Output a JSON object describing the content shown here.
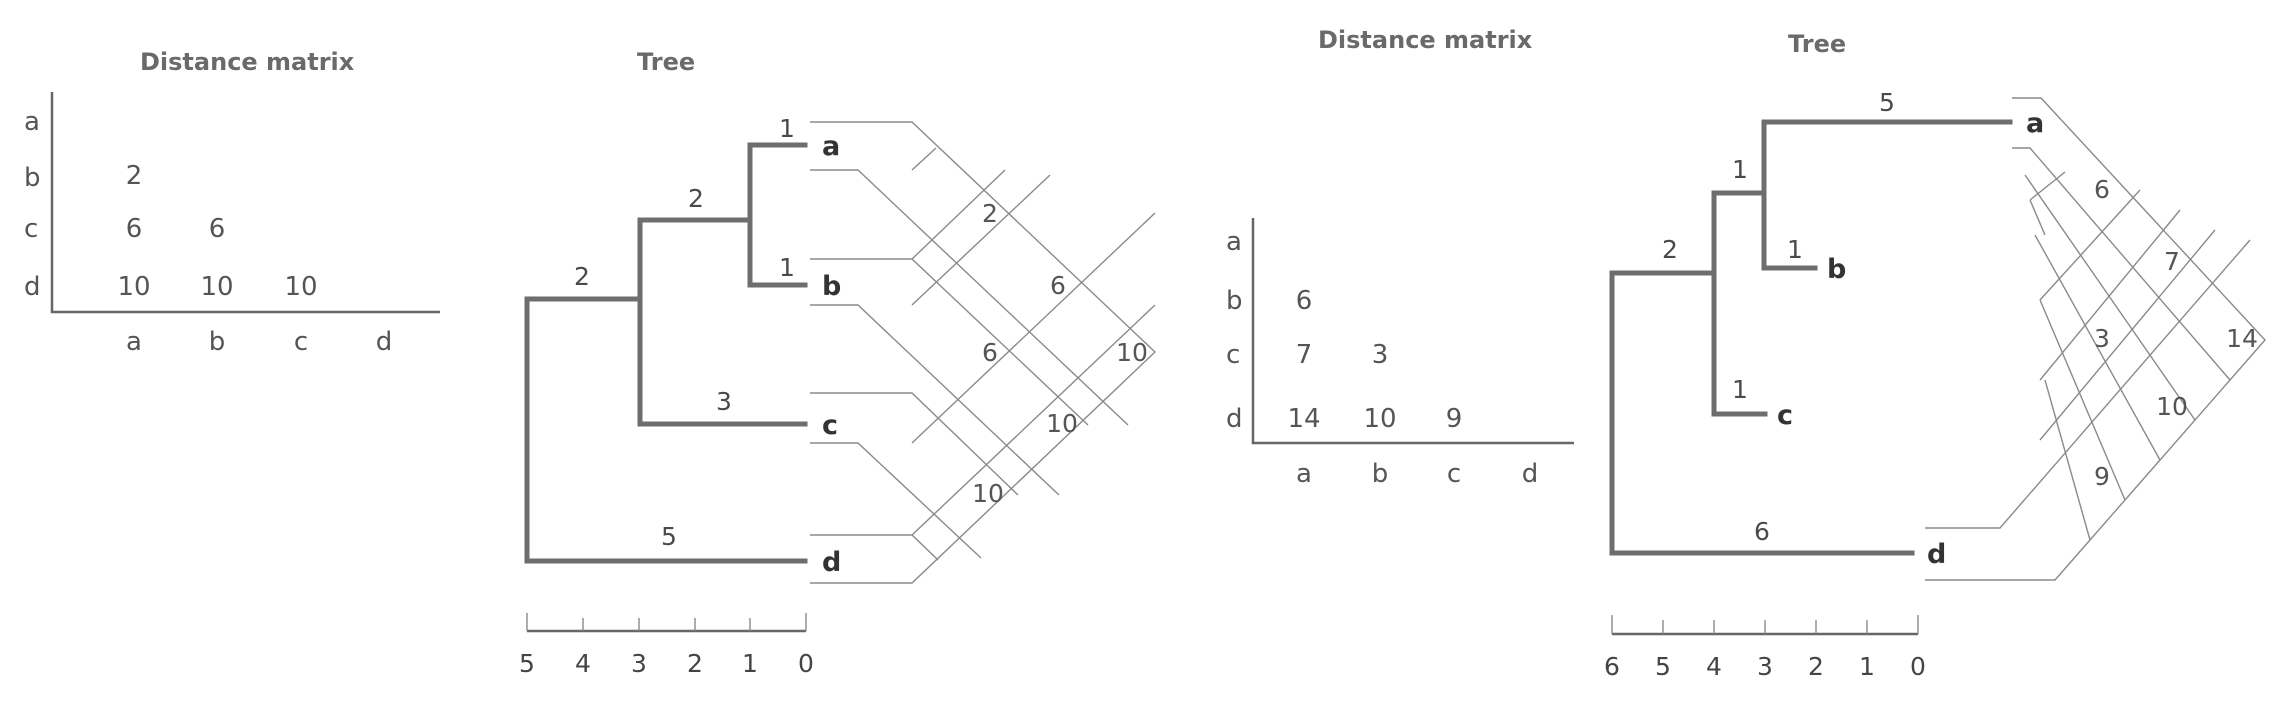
{
  "panels": [
    {
      "matrix_title": "Distance matrix",
      "tree_title": "Tree",
      "taxa": [
        "a",
        "b",
        "c",
        "d"
      ],
      "matrix": [
        [
          "2"
        ],
        [
          "6",
          "6"
        ],
        [
          "10",
          "10",
          "10"
        ]
      ],
      "branch_lengths": [
        "1",
        "1",
        "2",
        "3",
        "2",
        "5"
      ],
      "leaf_labels": [
        "a",
        "b",
        "c",
        "d"
      ],
      "grid_distances": [
        "2",
        "6",
        "6",
        "10",
        "10",
        "10"
      ],
      "scale_ticks": [
        "5",
        "4",
        "3",
        "2",
        "1",
        "0"
      ]
    },
    {
      "matrix_title": "Distance matrix",
      "tree_title": "Tree",
      "taxa": [
        "a",
        "b",
        "c",
        "d"
      ],
      "matrix": [
        [
          "6"
        ],
        [
          "7",
          "3"
        ],
        [
          "14",
          "10",
          "9"
        ]
      ],
      "branch_lengths": [
        "5",
        "1",
        "1",
        "1",
        "2",
        "6"
      ],
      "leaf_labels": [
        "a",
        "b",
        "c",
        "d"
      ],
      "grid_distances": [
        "6",
        "7",
        "3",
        "14",
        "10",
        "9"
      ],
      "scale_ticks": [
        "6",
        "5",
        "4",
        "3",
        "2",
        "1",
        "0"
      ]
    }
  ]
}
